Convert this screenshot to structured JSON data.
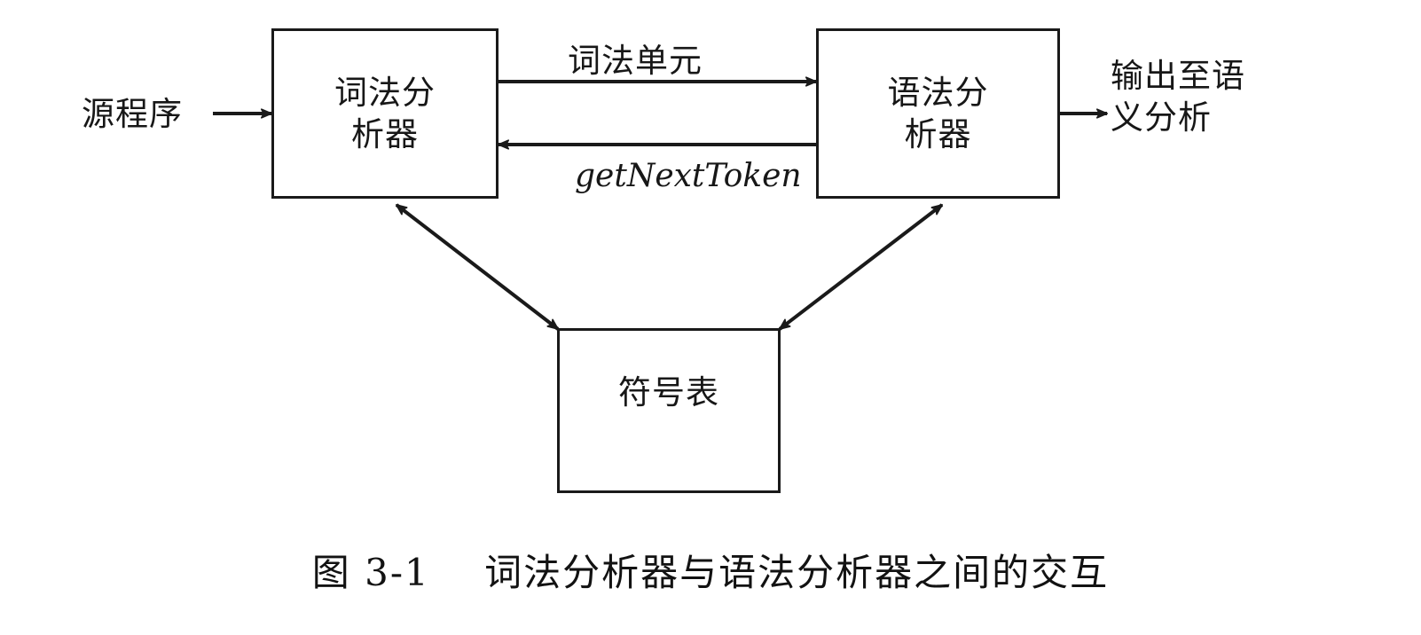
{
  "figure": {
    "caption": "图 3-1    词法分析器与语法分析器之间的交互",
    "line_color": "#1a1a1a",
    "background": "#ffffff"
  },
  "boxes": {
    "lexical_analyzer": {
      "label": "词法分\n析器"
    },
    "parser": {
      "label": "语法分\n析器"
    },
    "symbol_table": {
      "label": "符号表"
    }
  },
  "labels": {
    "source_program": "源程序",
    "token": "词法单元",
    "get_next_token": "getNextToken",
    "output_to_semantic": "输出至语\n义分析"
  },
  "arrows": {
    "input_arrow": "arrow-right-icon",
    "token_arrow": "arrow-right-icon",
    "get_next_token_arrow": "arrow-left-icon",
    "output_arrow": "arrow-right-icon",
    "lexical_symtab_arrow": "double-arrow-icon",
    "parser_symtab_arrow": "double-arrow-icon"
  }
}
